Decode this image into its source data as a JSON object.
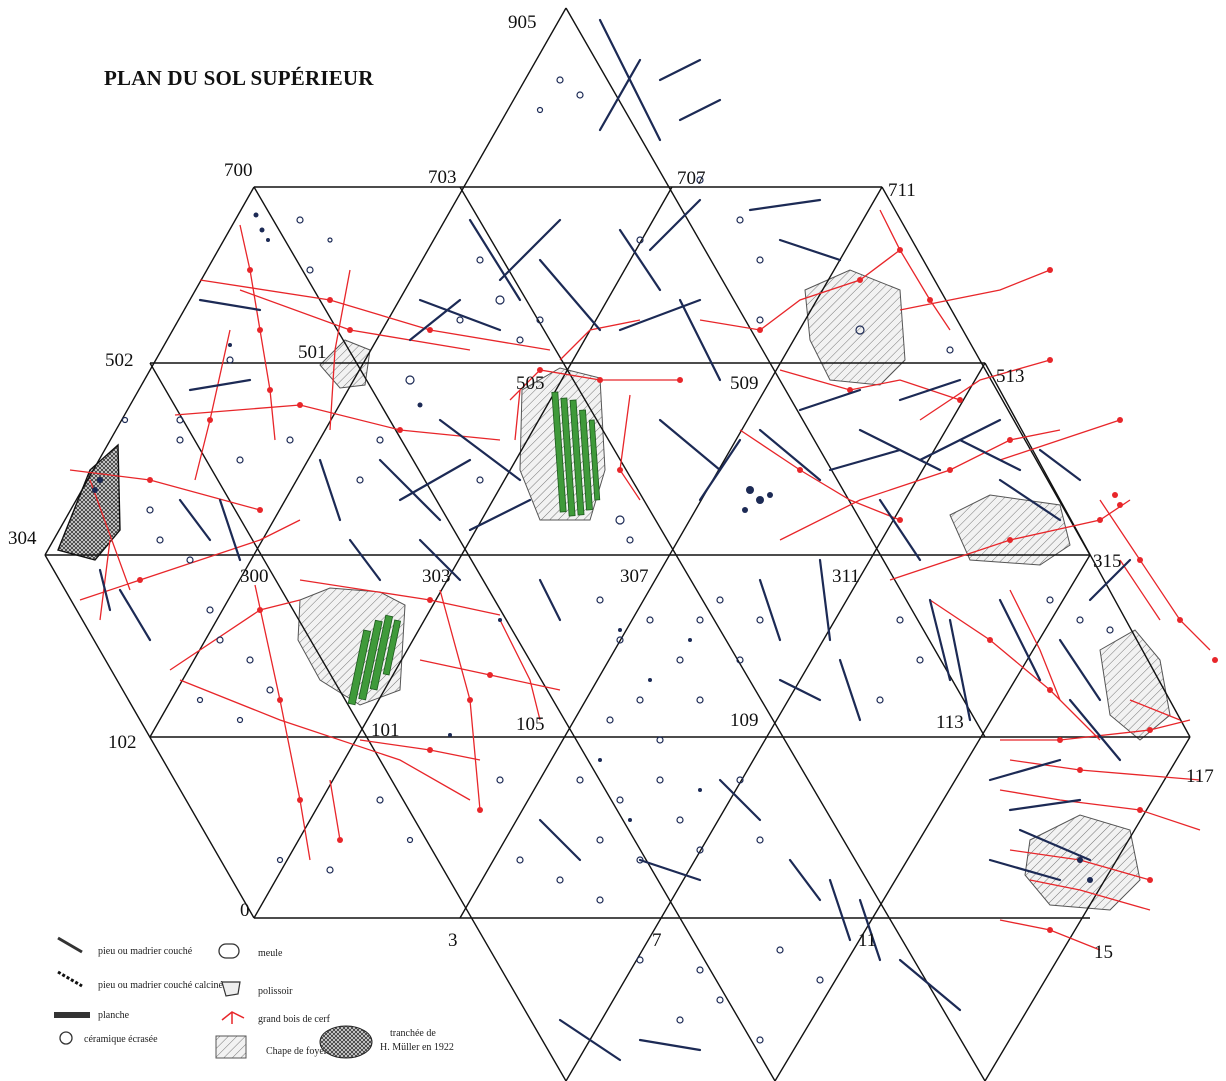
{
  "title": "PLAN DU SOL SUPÉRIEUR",
  "colors": {
    "grid": "#111111",
    "red_features": "#e8262a",
    "green_planks": "#3f9a3a",
    "hatch": "#555555",
    "objects": "#1c2a55"
  },
  "grid_nodes": [
    {
      "id": "n905",
      "label": "905"
    },
    {
      "id": "n700",
      "label": "700"
    },
    {
      "id": "n703",
      "label": "703"
    },
    {
      "id": "n707",
      "label": "707"
    },
    {
      "id": "n711",
      "label": "711"
    },
    {
      "id": "n502",
      "label": "502"
    },
    {
      "id": "n501",
      "label": "501"
    },
    {
      "id": "n505",
      "label": "505"
    },
    {
      "id": "n509",
      "label": "509"
    },
    {
      "id": "n513",
      "label": "513"
    },
    {
      "id": "n304",
      "label": "304"
    },
    {
      "id": "n300",
      "label": "300"
    },
    {
      "id": "n303",
      "label": "303"
    },
    {
      "id": "n307",
      "label": "307"
    },
    {
      "id": "n311",
      "label": "311"
    },
    {
      "id": "n315",
      "label": "315"
    },
    {
      "id": "n102",
      "label": "102"
    },
    {
      "id": "n101",
      "label": "101"
    },
    {
      "id": "n105",
      "label": "105"
    },
    {
      "id": "n109",
      "label": "109"
    },
    {
      "id": "n113",
      "label": "113"
    },
    {
      "id": "n117",
      "label": "117"
    },
    {
      "id": "n0",
      "label": "0"
    },
    {
      "id": "n3",
      "label": "3"
    },
    {
      "id": "n7",
      "label": "7"
    },
    {
      "id": "n11",
      "label": "11"
    },
    {
      "id": "n15",
      "label": "15"
    }
  ],
  "legend": {
    "items": [
      {
        "icon": "pile-lying-icon",
        "label": "pieu ou madrier couché"
      },
      {
        "icon": "pile-burnt-icon",
        "label": "pieu ou madrier couché calciné"
      },
      {
        "icon": "plank-icon",
        "label": "planche"
      },
      {
        "icon": "ceramic-icon",
        "label": "céramique écrasée"
      },
      {
        "icon": "grindstone-icon",
        "label": "meule"
      },
      {
        "icon": "polisher-icon",
        "label": "polissoir"
      },
      {
        "icon": "antler-icon",
        "label": "grand bois de cerf"
      },
      {
        "icon": "hearth-icon",
        "label": "Chape de foyer"
      },
      {
        "icon": "trench-icon",
        "label": "tranchée de"
      },
      {
        "icon": "trench-icon",
        "label": "H. Müller en 1922"
      }
    ]
  }
}
